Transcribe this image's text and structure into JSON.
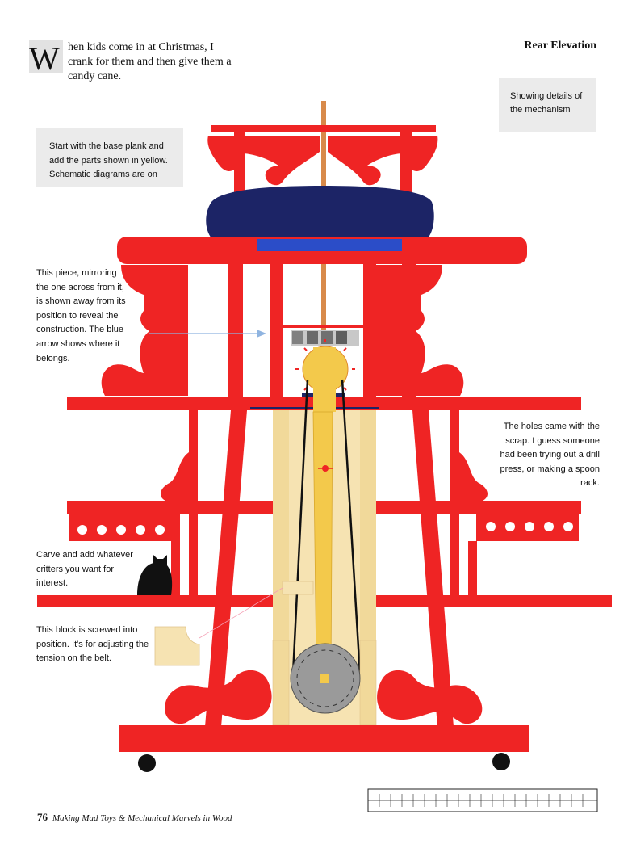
{
  "intro": {
    "drop_cap": "W",
    "text_rest": "hen kids come in at Christmas, I crank for them and then give them a candy cane."
  },
  "header": {
    "title": "Rear Elevation"
  },
  "notes": {
    "mechanism": "Showing details of the mechanism",
    "base_plank": "Start with the base plank and add the parts shown in yellow. Schematic diagrams are on",
    "mirror_piece": "This piece, mirroring the one across from it, is shown away from its position to reveal the construction. The blue arrow shows where it belongs.",
    "holes": "The holes came with the scrap. I guess someone had been trying out a drill press, or making a spoon rack.",
    "critters": "Carve and add whatever critters you want for interest.",
    "block": "This block is screwed into position. It's for adjusting the tension on the belt."
  },
  "footer": {
    "page_number": "76",
    "book_title": "Making Mad Toys & Mechanical Marvels in Wood"
  },
  "colors": {
    "red": "#ef2424",
    "navy": "#1c2466",
    "blue_bar": "#2b4dc8",
    "pale_yellow": "#f6e3b2",
    "yellow": "#f3c94b",
    "gray": "#9a9a9a",
    "rope": "#d88a4a"
  }
}
